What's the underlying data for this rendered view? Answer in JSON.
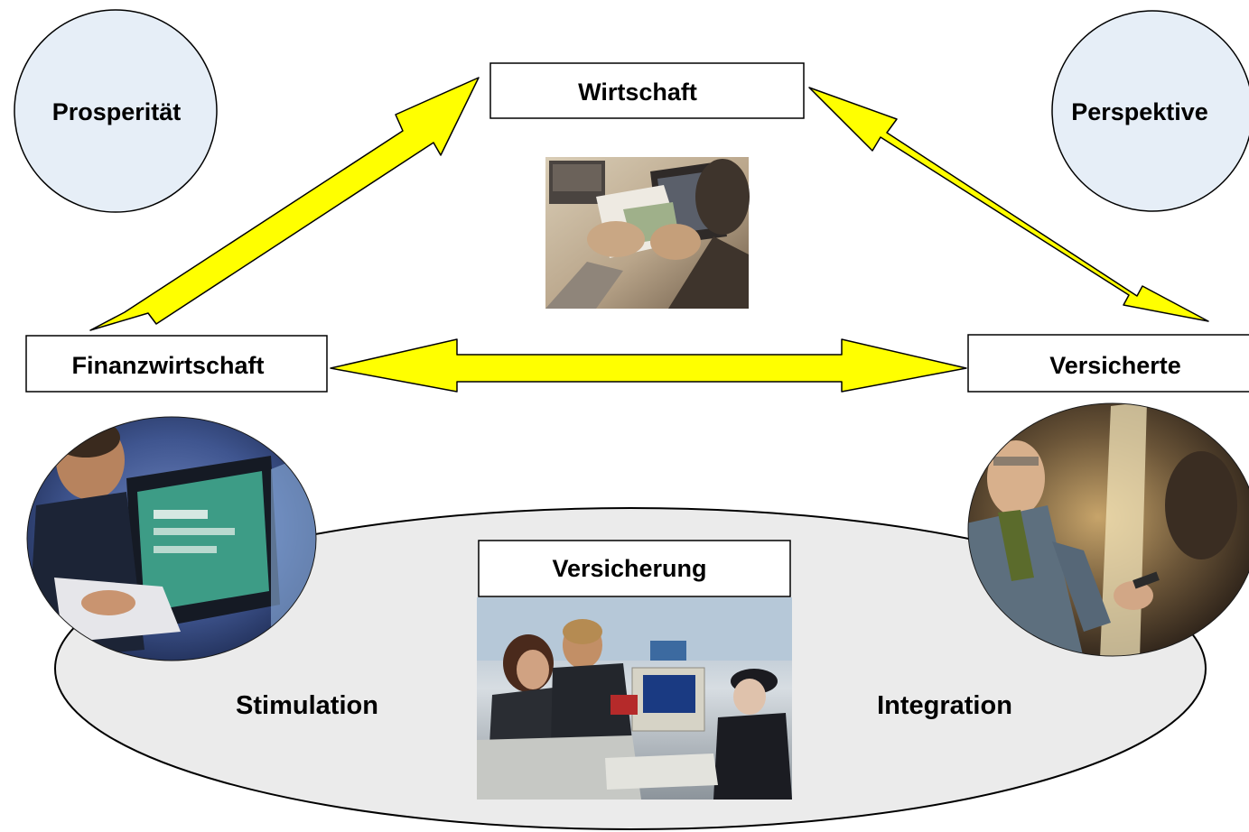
{
  "circles": {
    "left_label": "Prosperität",
    "right_label": "Perspektive"
  },
  "nodes": {
    "top": "Wirtschaft",
    "left": "Finanzwirtschaft",
    "right": "Versicherte",
    "center": "Versicherung"
  },
  "ellipse_labels": {
    "left": "Stimulation",
    "right": "Integration"
  },
  "photos": {
    "top_center": "photo-money-handover",
    "left": "photo-man-at-computer",
    "right": "photo-man-with-phone",
    "center": "photo-bank-counter"
  },
  "colors": {
    "arrow_fill": "#ffff00",
    "circle_fill": "#e6eef7",
    "ellipse_fill": "#ebebeb",
    "stroke": "#000000"
  }
}
